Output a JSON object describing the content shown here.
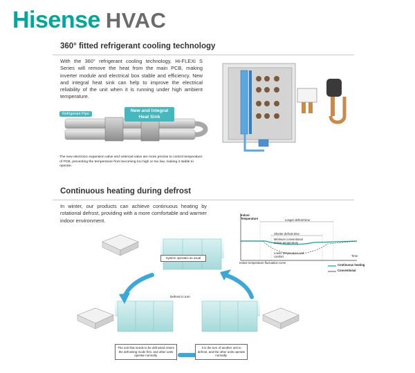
{
  "brand": {
    "name": "Hisense",
    "suffix": "HVAC",
    "colors": {
      "teal": "#00a89c",
      "grey": "#6b6b6b"
    }
  },
  "section1": {
    "title": "360° fitted refrigerant cooling technology",
    "body": "With the 360° refrigerant cooling technology, Hi-FLEXi S Series will remove the heat from the main PCB, making inverter module and electrical box stable and efficiency. New and integral heat sink can help to improve the electrical reliability of the unit when it is running under high ambient temperature.",
    "pipe_label": "Refrigerant Pipe",
    "sink_label": "New and Integral Heat Sink",
    "note": "The new electronic expansion valve and solenoid valve are more precise to control temperature of PCB, preventing the temperature from becoming too high or too low, making it stable to operate."
  },
  "section2": {
    "title": "Continuous heating during defrost",
    "body": "In winter, our products can achieve continuous heating by rotational defrost, providing with a more comfortable and warmer indoor environment.",
    "graph": {
      "y_axis": "Indoor Temperature",
      "x_axis": "Time",
      "longer_defrost": "Longer defrost time",
      "shorter_defrost": "Shorter defrost time",
      "min_conv": "Minimum conventional indoor temperature",
      "lower_temp": "Lower temperature and comfort",
      "curve_caption": "Indoor temperature fluctuation curve",
      "legend": [
        {
          "label": "Continuous heating",
          "color": "#00a89c"
        },
        {
          "label": "Conventional",
          "color": "#333333"
        }
      ]
    },
    "cycle": {
      "top": "System operates as usual",
      "center": "Defrost in turn",
      "left": "The unit that needs to be defrosted enters the defrosting mode first, and other units operate normally.",
      "right": "It is the turn of another unit to defrost, and the other units operate normally."
    }
  }
}
